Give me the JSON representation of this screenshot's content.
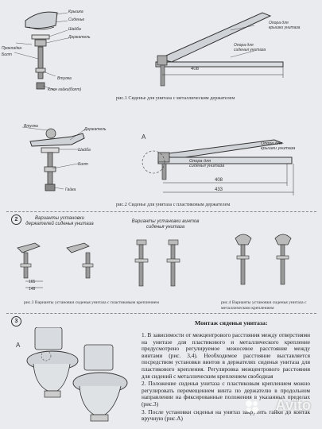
{
  "fig1": {
    "labels": [
      "Крышка",
      "Сиденье",
      "Шайба",
      "Держатель",
      "Прокладка",
      "Болт",
      "Втулка",
      "Ключ гайки(болт)"
    ],
    "seat_labels": [
      "Опора для",
      "крышки унитаза",
      "Опора для",
      "сиденья унитаза"
    ],
    "dim": "408",
    "caption": "рис.1 Сиденье для унитаза с металлическим держателем"
  },
  "fig2": {
    "labels": [
      "Втулка",
      "Держатель",
      "Шайба",
      "Болт",
      "Гайка"
    ],
    "seat_labels": [
      "Опора для",
      "крышки унитаза",
      "Опора для",
      "сиденья унитаза"
    ],
    "marker_a": "A",
    "dims": [
      "408",
      "433"
    ],
    "caption": "рис.2 Сиденье для унитаза с пластиковым держателем"
  },
  "fig3": {
    "badge": "2",
    "title1": "Варианты установки держателей сиденья унитаза",
    "title2": "Варианты установки винтов сиденья унитаза",
    "dims": [
      "165",
      "148"
    ],
    "caption": "рис.3 Варианты установки сиденья унитаза с пластиковым креплением"
  },
  "fig4": {
    "caption": "рис.4 Варианты установки сиденья унитаза с металлическим креплением"
  },
  "install": {
    "badge": "3",
    "marker_a": "A",
    "title": "Монтаж сиденья унитаза:",
    "p1": "1. В зависимости от межцентрового расстояния между отверстиями на унитазе для пластикового и металлического крепление предусмотрено регулируемое межосевое расстояние между винтами (рис. 3,4). Необходимое расстояние выставляется посредством установки винтов в держателях сиденья унитаза для пластикового крепления. Регулировка межцентрового расстояния для сидений с металлическим креплением свободная",
    "p2": "2. Положение сиденья унитаза с пластиковым креплением можно регулировать перемещением винта по держателю в продольном направлении на фиксированные положения в указанных пределах (рис.3)",
    "p3": "3. После установки сиденья на унитаз закрутить гайки до контак вручную (рис.А)"
  },
  "watermark": "Avito"
}
